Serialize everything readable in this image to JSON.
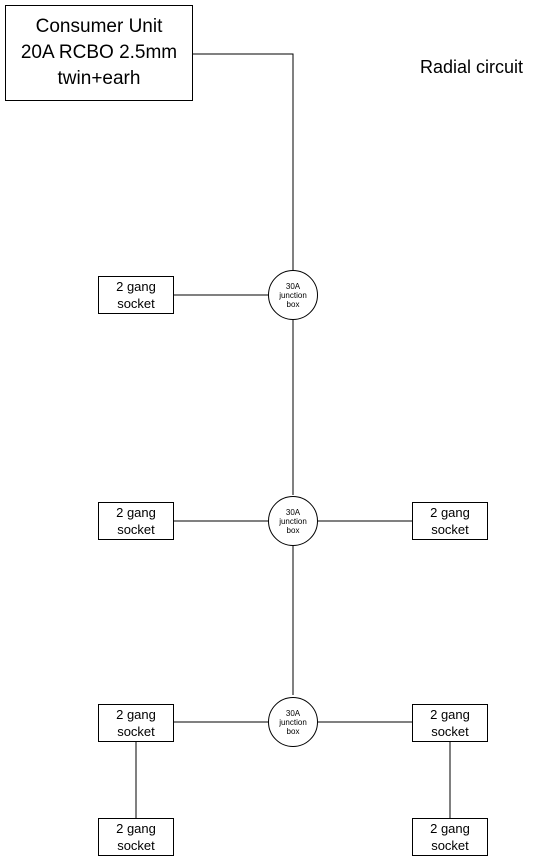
{
  "consumer_unit": {
    "line1": "Consumer Unit",
    "line2": "20A RCBO 2.5mm",
    "line3": "twin+earh"
  },
  "title": "Radial circuit",
  "junction_label": {
    "line1": "30A",
    "line2": "junction",
    "line3": "box"
  },
  "socket_label": {
    "line1": "2 gang",
    "line2": "socket"
  }
}
